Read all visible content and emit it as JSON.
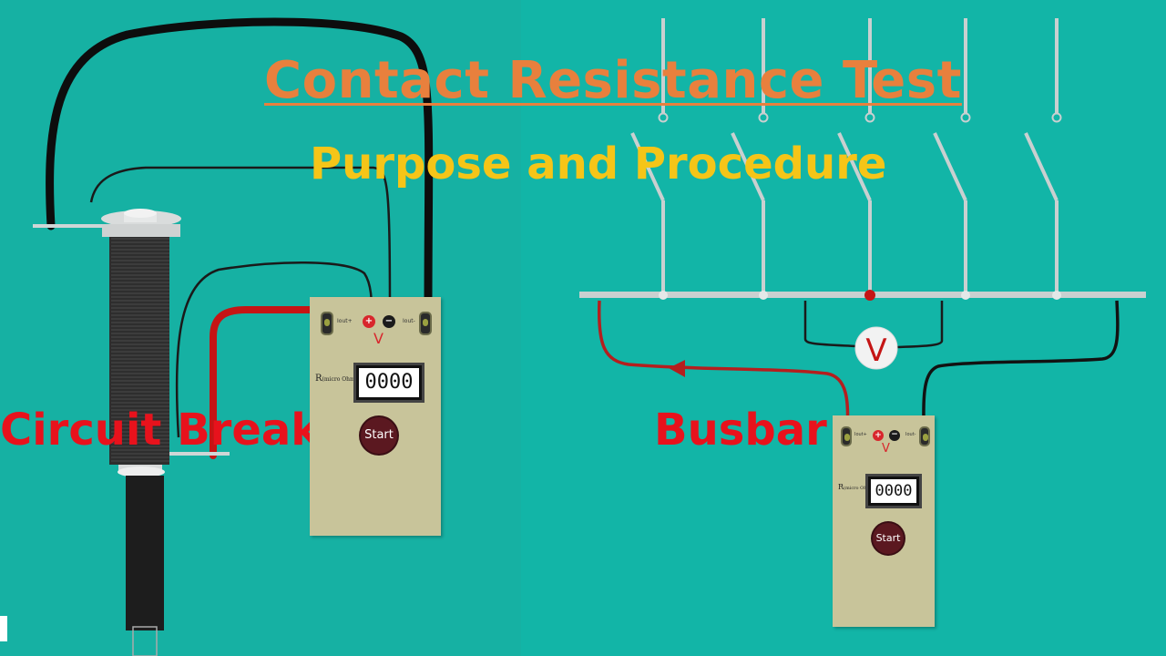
{
  "title": "Contact Resistance Test",
  "subtitle": "Purpose and Procedure",
  "labels": {
    "circuit_breaker": "Circuit Breaker",
    "busbar": "Busbar"
  },
  "meter": {
    "display_value": "0000",
    "start_label": "Start",
    "voltage_symbol": "V",
    "plus_symbol": "+",
    "minus_symbol": "−"
  },
  "voltmeter_symbol": "V",
  "colors": {
    "background": "#16b1a3",
    "title": "#e8803d",
    "subtitle": "#f5c518",
    "label": "#e8121c",
    "meter_body": "#c8c49a",
    "current_lead": "#d01818",
    "voltage_lead": "#1a1a1a"
  }
}
